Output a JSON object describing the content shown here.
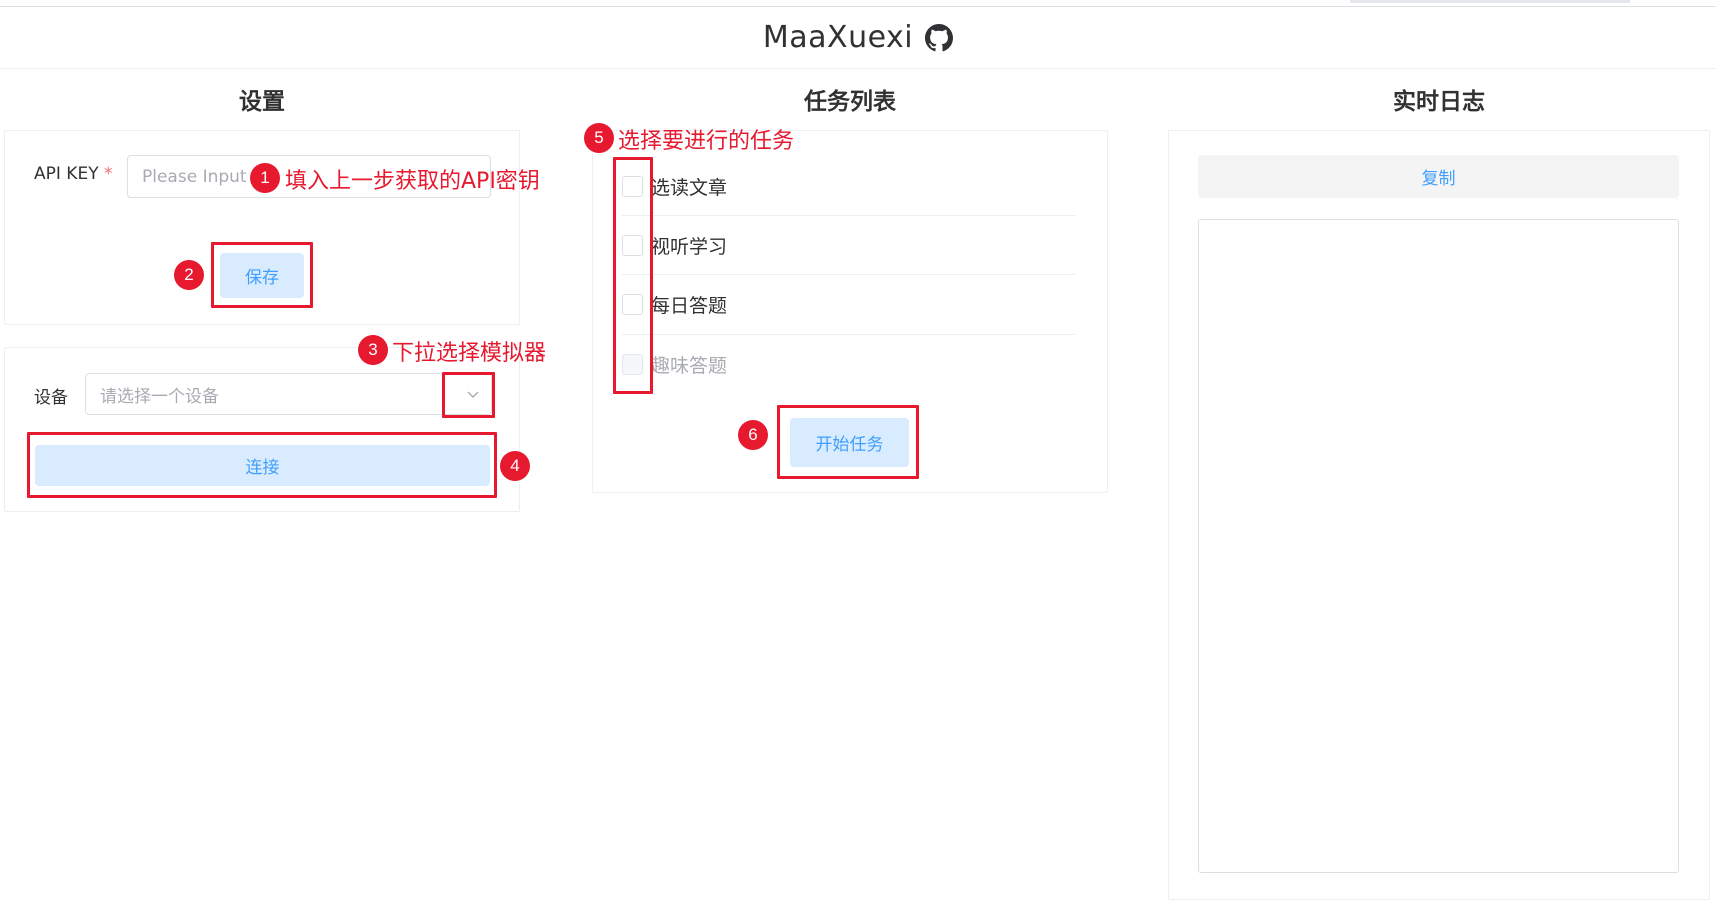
{
  "app": {
    "title": "MaaXuexi",
    "github_icon": "github-icon"
  },
  "settings": {
    "title": "设置",
    "api_key_label": "API KEY",
    "required_mark": "*",
    "api_key_placeholder": "Please Input",
    "save_label": "保存",
    "device_label": "设备",
    "device_placeholder": "请选择一个设备",
    "connect_label": "连接"
  },
  "tasks": {
    "title": "任务列表",
    "items": [
      {
        "label": "选读文章",
        "checked": false,
        "disabled": false
      },
      {
        "label": "视听学习",
        "checked": false,
        "disabled": false
      },
      {
        "label": "每日答题",
        "checked": false,
        "disabled": false
      },
      {
        "label": "趣味答题",
        "checked": false,
        "disabled": true
      }
    ],
    "start_label": "开始任务"
  },
  "log": {
    "title": "实时日志",
    "copy_label": "复制",
    "content": ""
  },
  "annotations": [
    {
      "num": "1",
      "text": "填入上一步获取的API密钥"
    },
    {
      "num": "2",
      "text": ""
    },
    {
      "num": "3",
      "text": "下拉选择模拟器"
    },
    {
      "num": "4",
      "text": ""
    },
    {
      "num": "5",
      "text": "选择要进行的任务"
    },
    {
      "num": "6",
      "text": ""
    }
  ],
  "colors": {
    "accent": "#409eff",
    "button_bg": "#d9ecff",
    "annotation": "#e6192f",
    "required": "#f56c6c"
  }
}
